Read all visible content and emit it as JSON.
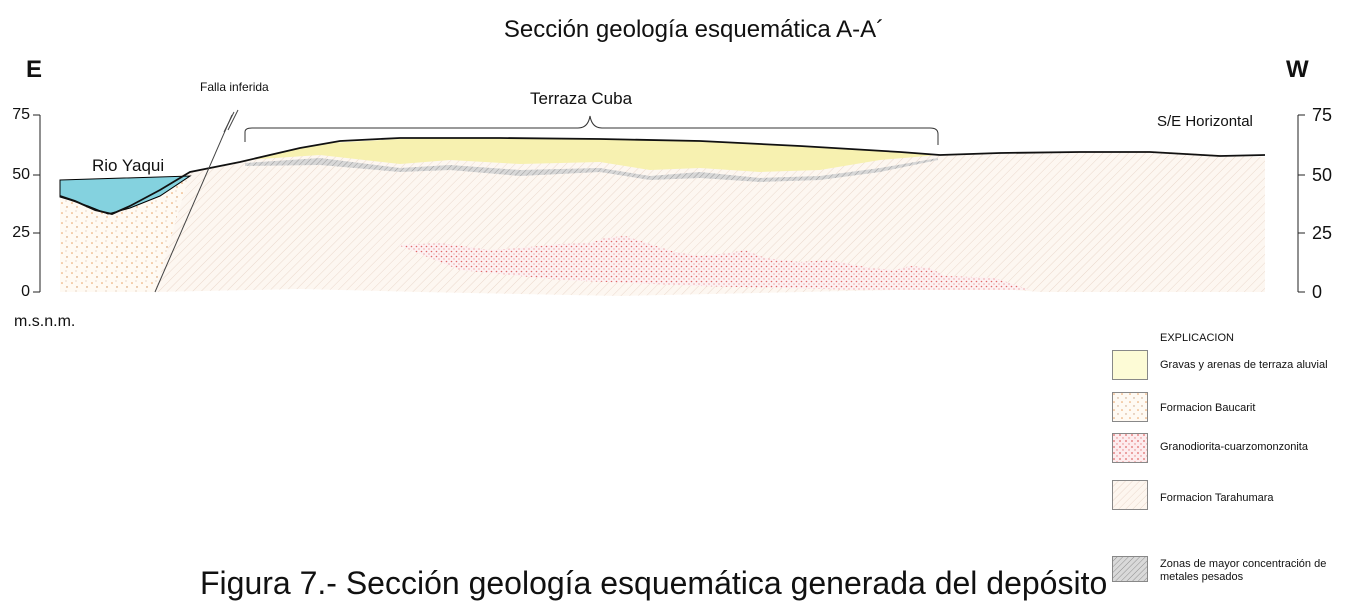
{
  "title": "Sección geología esquemática  A-A´",
  "orientation": {
    "left": "E",
    "right": "W"
  },
  "labels": {
    "fault": "Falla inferida",
    "terrace": "Terraza Cuba",
    "river": "Rio Yaqui",
    "scale": "S/E Horizontal",
    "datum": "m.s.n.m."
  },
  "axis_ticks": [
    "75",
    "50",
    "25",
    "0"
  ],
  "legend": {
    "heading": "EXPLICACION",
    "items": [
      {
        "label": "Gravas y arenas de terraza aluvial",
        "color": "#fdfbd6"
      },
      {
        "label": "Formacion Baucarit",
        "color": "#fbf3e8"
      },
      {
        "label": "Granodiorita-cuarzomonzonita",
        "color": "#fbe3e6"
      },
      {
        "label": "Formacion Tarahumara",
        "color": "#fbf3ea"
      },
      {
        "label": "Zonas de mayor concentración de metales pesados",
        "color": "#cfcfcf"
      }
    ]
  },
  "colors": {
    "river_water": "#7fd3e0",
    "terrace_gravel": "#f6f0a8",
    "baucarit": "#f0b070",
    "granodiorite": "#e05050",
    "tarahumara": "#fbf2ea",
    "heavy_metals": "#b8b8b8"
  },
  "caption": "Figura 7.- Sección geología esquemática generada del depósito"
}
